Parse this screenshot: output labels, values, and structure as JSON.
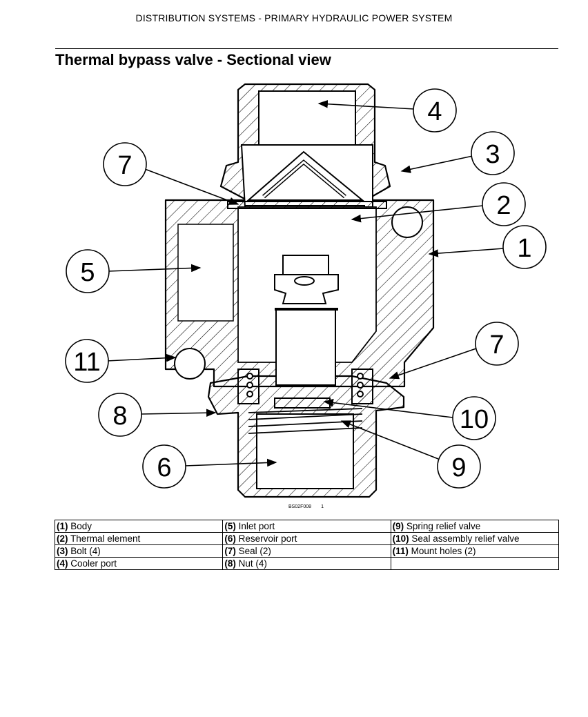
{
  "header": {
    "section": "DISTRIBUTION SYSTEMS - PRIMARY HYDRAULIC POWER SYSTEM"
  },
  "title": "Thermal bypass valve - Sectional view",
  "figure": {
    "code": "BS02F008",
    "number": "1",
    "callouts": [
      "4",
      "3",
      "7",
      "2",
      "1",
      "5",
      "7",
      "11",
      "8",
      "10",
      "9",
      "6"
    ]
  },
  "legend": {
    "rows": [
      [
        {
          "num": "(1)",
          "text": " Body"
        },
        {
          "num": "(5)",
          "text": " Inlet port"
        },
        {
          "num": "(9)",
          "text": " Spring relief valve"
        }
      ],
      [
        {
          "num": "(2)",
          "text": " Thermal element"
        },
        {
          "num": "(6)",
          "text": " Reservoir port"
        },
        {
          "num": "(10)",
          "text": " Seal assembly relief valve"
        }
      ],
      [
        {
          "num": "(3)",
          "text": " Bolt (4)"
        },
        {
          "num": "(7)",
          "text": " Seal (2)"
        },
        {
          "num": "(11)",
          "text": " Mount holes (2)"
        }
      ],
      [
        {
          "num": "(4)",
          "text": " Cooler port"
        },
        {
          "num": "(8)",
          "text": " Nut (4)"
        },
        {
          "num": "",
          "text": ""
        }
      ]
    ]
  }
}
